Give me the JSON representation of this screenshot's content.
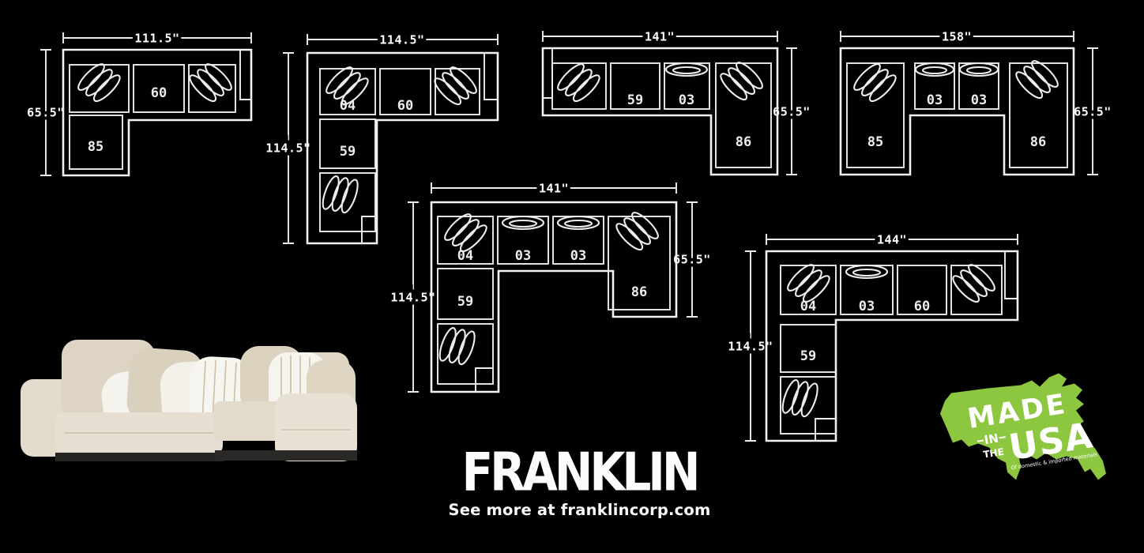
{
  "colors": {
    "background": "#000000",
    "line_art": "#F2F2F2",
    "usa_green": "#8DC63F",
    "sofa_fabric": "#E2DACA",
    "sofa_pillow_white": "#F5F3ED",
    "sofa_base_dark": "#2A2826"
  },
  "diagrams": {
    "d1": {
      "width": "111.5\"",
      "height": "65.5\"",
      "chaise": "85",
      "seat_mid": "60"
    },
    "d2": {
      "width": "114.5\"",
      "height": "114.5\"",
      "corner": "04",
      "seat_mid": "60",
      "seat_left": "59"
    },
    "d3": {
      "width": "141\"",
      "height": "65.5\"",
      "seat_1": "59",
      "seat_2": "03",
      "chaise": "86"
    },
    "d4": {
      "width": "158\"",
      "height": "65.5\"",
      "chaise_left": "85",
      "seat_1": "03",
      "seat_2": "03",
      "chaise_right": "86"
    },
    "d5": {
      "width": "141\"",
      "height_left": "114.5\"",
      "height_right": "65.5\"",
      "corner": "04",
      "seat_1": "03",
      "seat_2": "03",
      "chaise": "86",
      "seat_left": "59"
    },
    "d6": {
      "width": "144\"",
      "height": "114.5\"",
      "corner": "04",
      "seat_1": "03",
      "seat_2": "60",
      "seat_left": "59"
    }
  },
  "branding": {
    "logo_text": "FRANKLIN",
    "tagline": "See more at franklincorp.com",
    "made_in_usa": {
      "line1": "MADE",
      "line2": "IN",
      "line3": "THE",
      "line4": "USA",
      "subtext": "Of domestic & imported materials",
      "color": "#8DC63F"
    }
  }
}
